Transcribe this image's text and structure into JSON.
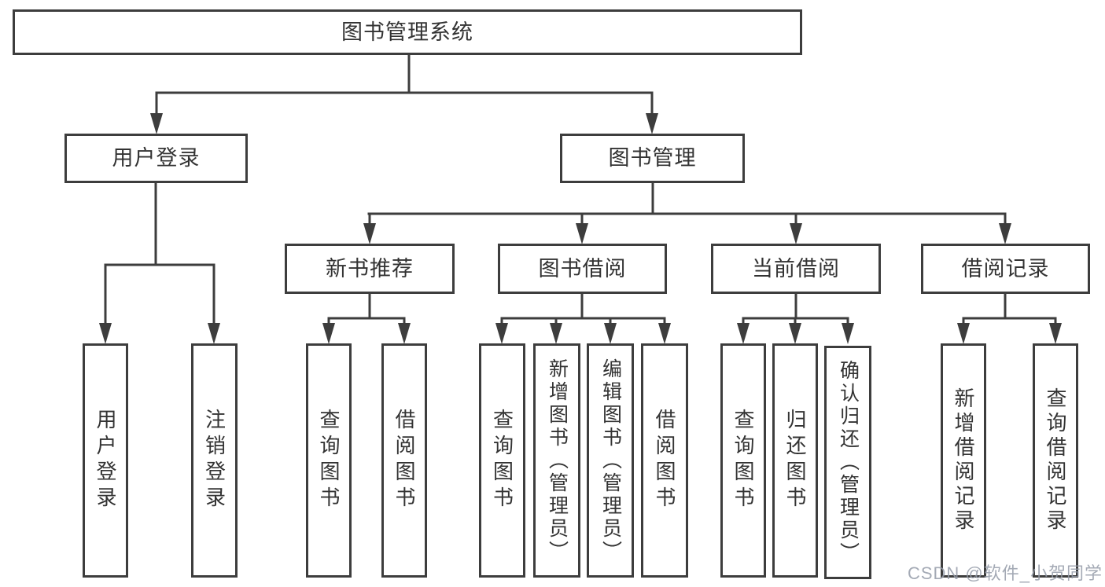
{
  "diagram": {
    "type": "hierarchy-tree",
    "root": {
      "label": "图书管理系统",
      "children": [
        {
          "label": "用户登录",
          "children": [
            {
              "label": "用户登录"
            },
            {
              "label": "注销登录"
            }
          ]
        },
        {
          "label": "图书管理",
          "children": [
            {
              "label": "新书推荐",
              "children": [
                {
                  "label": "查询图书"
                },
                {
                  "label": "借阅图书"
                }
              ]
            },
            {
              "label": "图书借阅",
              "children": [
                {
                  "label": "查询图书"
                },
                {
                  "label": "新增图书（管理员）"
                },
                {
                  "label": "编辑图书（管理员）"
                },
                {
                  "label": "借阅图书"
                }
              ]
            },
            {
              "label": "当前借阅",
              "children": [
                {
                  "label": "查询图书"
                },
                {
                  "label": "归还图书"
                },
                {
                  "label": "确认归还（管理员）"
                }
              ]
            },
            {
              "label": "借阅记录",
              "children": [
                {
                  "label": "新增借阅记录"
                },
                {
                  "label": "查询借阅记录"
                }
              ]
            }
          ]
        }
      ]
    },
    "watermark": "CSDN @软件_小贺同学",
    "colors": {
      "line": "#3d3d3d",
      "box_border": "#3d3d3d",
      "text": "#333333",
      "background": "#ffffff",
      "watermark": "#949bA8"
    }
  }
}
